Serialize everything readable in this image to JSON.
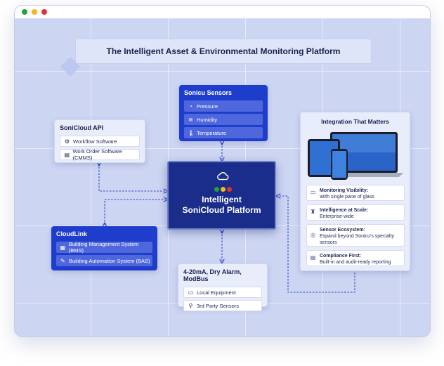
{
  "window": {
    "dots": [
      "#22a33a",
      "#f2b81d",
      "#e03135"
    ]
  },
  "banner": {
    "title": "The Intelligent Asset & Environmental Monitoring Platform"
  },
  "sensors": {
    "title": "Sonicu Sensors",
    "items": [
      {
        "label": "Pressure",
        "icon": "gauge-icon"
      },
      {
        "label": "Humidity",
        "icon": "humidity-icon"
      },
      {
        "label": "Temperature",
        "icon": "thermometer-icon"
      }
    ]
  },
  "api": {
    "title": "SoniCloud API",
    "items": [
      {
        "label": "Workflow Software",
        "icon": "workflow-icon"
      },
      {
        "label": "Work Order Software (CMMS)",
        "icon": "work-order-icon"
      }
    ]
  },
  "platform": {
    "line1": "Intelligent",
    "line2": "SoniCloud Platform",
    "dot_colors": [
      "#22a33a",
      "#f2b81d",
      "#e03135"
    ]
  },
  "cloudlink": {
    "title": "CloudLink",
    "items": [
      {
        "label": "Building Management System (BMS)",
        "icon": "building-icon"
      },
      {
        "label": "Building Automation System (BAS)",
        "icon": "automation-icon"
      }
    ]
  },
  "protocols": {
    "title": "4-20mA, Dry Alarm, ModBus",
    "items": [
      {
        "label": "Local Equipment",
        "icon": "equipment-icon"
      },
      {
        "label": "3rd Party Sensors",
        "icon": "antenna-icon"
      }
    ]
  },
  "integration": {
    "title": "Integration That Matters",
    "items": [
      {
        "heading": "Monitoring Visibility:",
        "text": "With single pane of glass",
        "icon": "monitor-icon"
      },
      {
        "heading": "Intelligence at Scale:",
        "text": "Enterprise-wide",
        "icon": "scale-icon"
      },
      {
        "heading": "Sensor Ecosystem:",
        "text": "Expand beyond Sonicu's specialty sensors",
        "icon": "ecosystem-icon"
      },
      {
        "heading": "Compliance First:",
        "text": "Built-in and audit-ready reporting",
        "icon": "compliance-icon"
      }
    ]
  }
}
